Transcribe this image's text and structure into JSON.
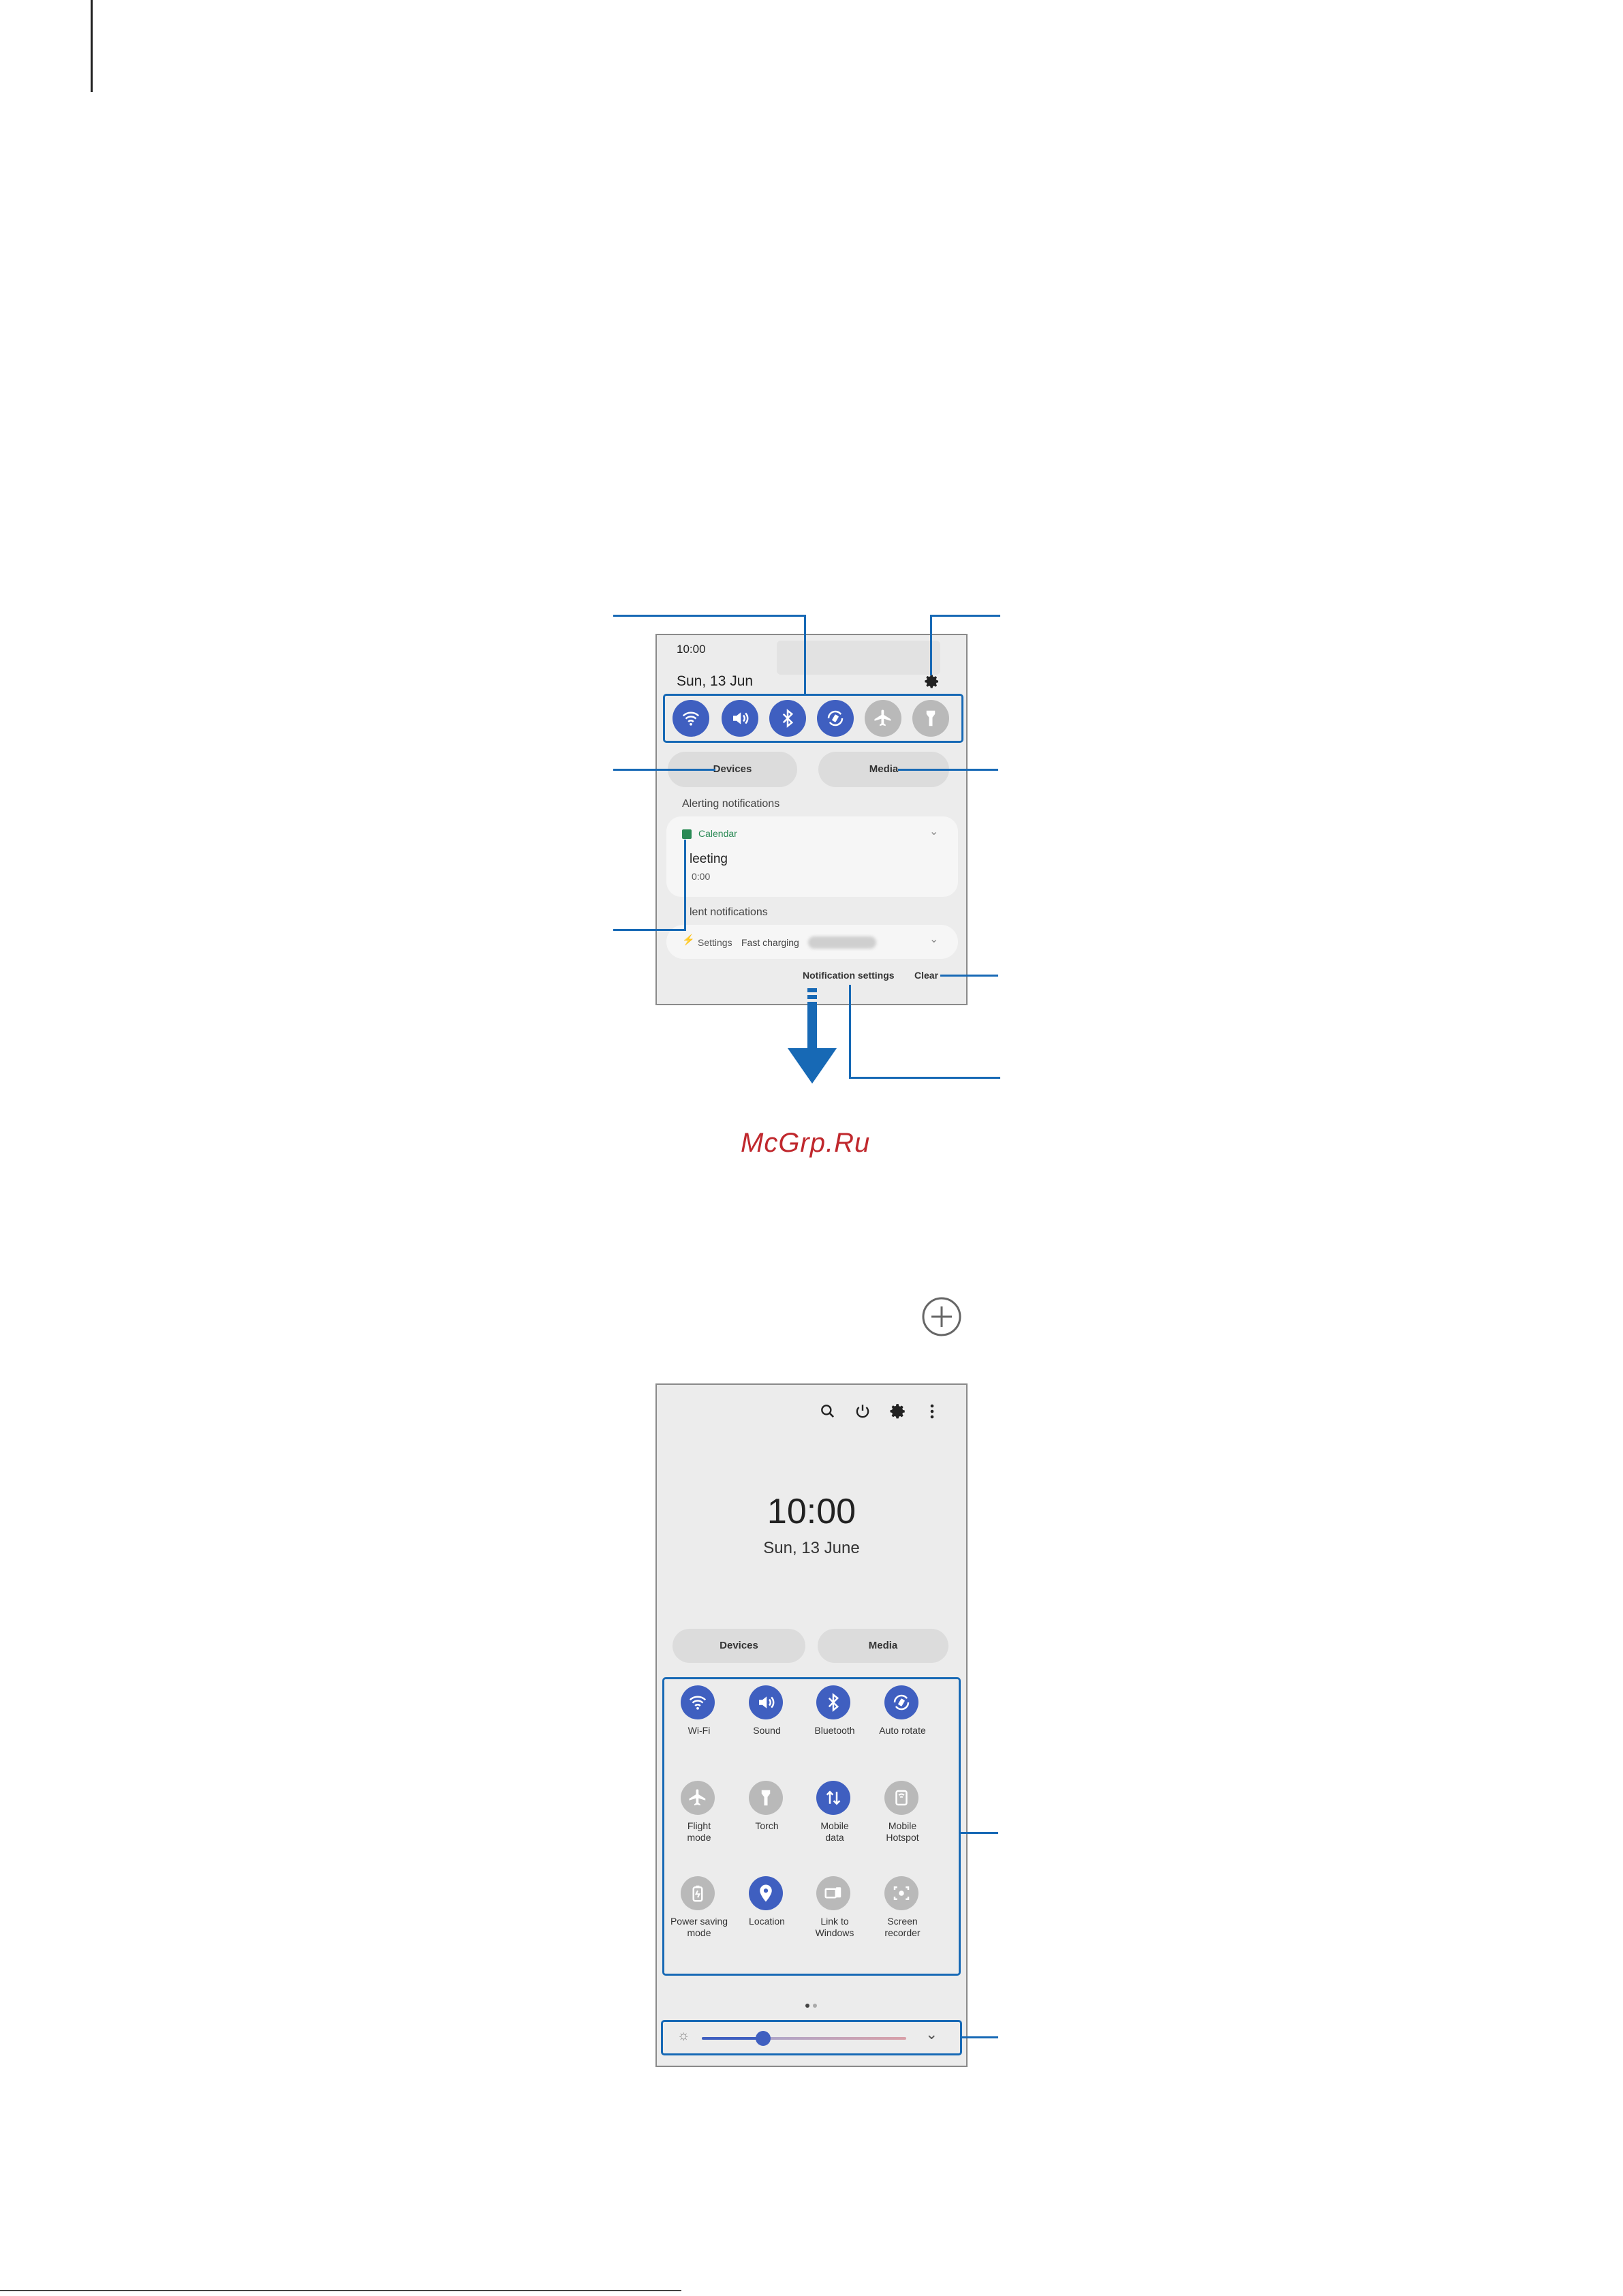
{
  "watermark": "McGrp.Ru",
  "notification_panel": {
    "time": "10:00",
    "date": "Sun, 13 Jun",
    "devices_label": "Devices",
    "media_label": "Media",
    "alerting_header": "Alerting notifications",
    "calendar_app": "Calendar",
    "event_title": "leeting",
    "event_time": "0:00",
    "silent_header": "lent notifications",
    "settings_app": "Settings",
    "settings_text": "Fast charging",
    "notification_settings_label": "Notification settings",
    "clear_label": "Clear",
    "quick_buttons": [
      {
        "icon": "wifi-icon",
        "state": "on"
      },
      {
        "icon": "sound-icon",
        "state": "on"
      },
      {
        "icon": "bluetooth-icon",
        "state": "on"
      },
      {
        "icon": "auto-rotate-icon",
        "state": "on"
      },
      {
        "icon": "flight-mode-icon",
        "state": "off"
      },
      {
        "icon": "torch-icon",
        "state": "off"
      }
    ]
  },
  "quick_settings_panel": {
    "time": "10:00",
    "date": "Sun, 13 June",
    "devices_label": "Devices",
    "media_label": "Media",
    "tiles": [
      {
        "label": "Wi-Fi",
        "icon": "wifi-icon",
        "state": "on"
      },
      {
        "label": "Sound",
        "icon": "sound-icon",
        "state": "on"
      },
      {
        "label": "Bluetooth",
        "icon": "bluetooth-icon",
        "state": "on"
      },
      {
        "label": "Auto rotate",
        "icon": "auto-rotate-icon",
        "state": "on"
      },
      {
        "label": "Flight\nmode",
        "icon": "flight-mode-icon",
        "state": "off"
      },
      {
        "label": "Torch",
        "icon": "torch-icon",
        "state": "off"
      },
      {
        "label": "Mobile\ndata",
        "icon": "mobile-data-icon",
        "state": "on"
      },
      {
        "label": "Mobile\nHotspot",
        "icon": "hotspot-icon",
        "state": "off"
      },
      {
        "label": "Power saving\nmode",
        "icon": "power-saving-icon",
        "state": "off"
      },
      {
        "label": "Location",
        "icon": "location-icon",
        "state": "on"
      },
      {
        "label": "Link to\nWindows",
        "icon": "link-to-windows-icon",
        "state": "off"
      },
      {
        "label": "Screen\nrecorder",
        "icon": "screen-recorder-icon",
        "state": "off"
      }
    ],
    "brightness_level": 0.3
  },
  "colors": {
    "accent": "#3f5fc0",
    "callout": "#1769b5",
    "watermark": "#c0282d"
  }
}
